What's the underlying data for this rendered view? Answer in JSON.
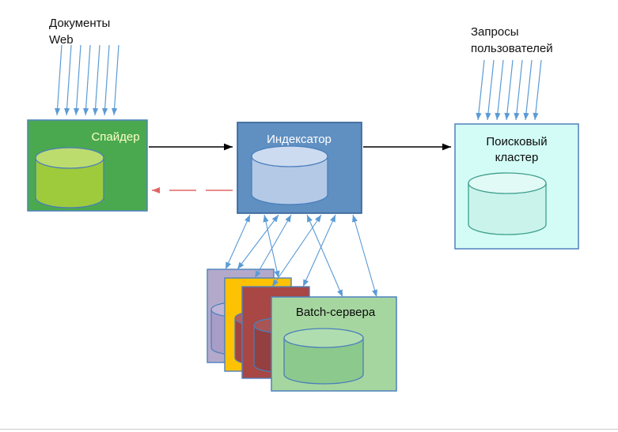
{
  "diagram": {
    "annotations": {
      "documents": {
        "line1": "Документы",
        "line2": "Web"
      },
      "queries": {
        "line1": "Запросы",
        "line2": "пользователей"
      }
    },
    "nodes": {
      "spider": {
        "label": "Спайдер",
        "fill": "#4aa94e",
        "cylinder_body": "#9dcb3c",
        "cylinder_top": "#bddc6e"
      },
      "indexer": {
        "label": "Индексатор",
        "fill": "#6090c2",
        "cylinder_body": "#b3c9e6",
        "cylinder_top": "#ccdbf0"
      },
      "search_cluster": {
        "label_line1": "Поисковый",
        "label_line2": "кластер",
        "fill": "#d2fcf5",
        "cylinder_body": "#c9f3eb",
        "cylinder_top": "#e2faf6"
      },
      "batch_servers": {
        "label": "Batch-сервера",
        "fill": "#a6d6a0",
        "cylinder_body": "#8cc98c",
        "cylinder_top": "#b0ddb0"
      },
      "batch_stack_lavender": {
        "fill": "#b3aacb",
        "cylinder_body": "#a79dc8",
        "cylinder_top": "#beb5d8"
      },
      "batch_stack_yellow": {
        "fill": "#fdc204",
        "cylinder_body": "#a04444",
        "cylinder_top": "#b45f5f"
      },
      "batch_stack_red": {
        "fill": "#a84743",
        "cylinder_body": "#944040",
        "cylinder_top": "#a85555"
      }
    },
    "edges": [
      {
        "from": "web-documents",
        "to": "spider",
        "style": "multiple-blue-arrows"
      },
      {
        "from": "spider",
        "to": "indexer",
        "style": "black-arrow"
      },
      {
        "from": "indexer",
        "to": "spider",
        "style": "red-dashed-arrow"
      },
      {
        "from": "indexer",
        "to": "search-cluster",
        "style": "black-arrow"
      },
      {
        "from": "user-queries",
        "to": "search-cluster",
        "style": "multiple-blue-arrows"
      },
      {
        "from": "indexer",
        "to": "batch-servers",
        "style": "multiple-blue-double-headed-arrows"
      }
    ],
    "colors": {
      "arrow_blue": "#5b9bd5",
      "arrow_black": "#000000",
      "arrow_red": "#e06666",
      "box_border_blue": "#4f81bd",
      "indexer_border": "#2f5c8f",
      "cluster_cylinder_stroke": "#3d9e8c"
    }
  }
}
